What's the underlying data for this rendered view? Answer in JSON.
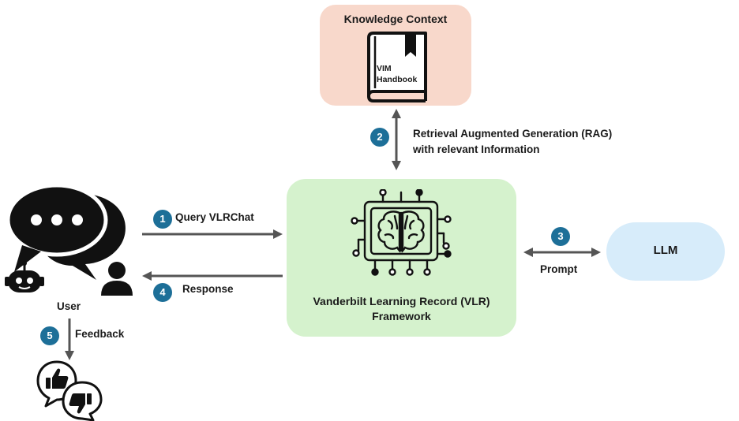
{
  "knowledge": {
    "title": "Knowledge Context",
    "book_line1": "VIM",
    "book_line2": "Handbook"
  },
  "rag": {
    "line1": "Retrieval Augmented Generation (RAG)",
    "line2": "with relevant Information",
    "step": "2"
  },
  "vlr": {
    "line1": "Vanderbilt Learning Record (VLR)",
    "line2": "Framework"
  },
  "llm": {
    "label": "LLM"
  },
  "query": {
    "label": "Query VLRChat",
    "step": "1"
  },
  "response": {
    "label": "Response",
    "step": "4"
  },
  "prompt": {
    "label": "Prompt",
    "step": "3"
  },
  "user": {
    "label": "User"
  },
  "feedback": {
    "label": "Feedback",
    "step": "5"
  },
  "colors": {
    "badge": "#1d6f98",
    "knowledge_bg": "#f8d8cb",
    "vlr_bg": "#d5f2cd",
    "llm_bg": "#d7ecfa",
    "arrow": "#555555"
  }
}
